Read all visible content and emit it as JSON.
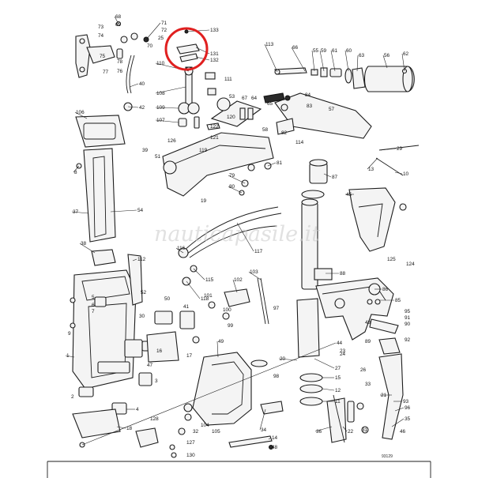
{
  "diagram": {
    "watermark": "nauticapasile.it",
    "figure_code": "93129",
    "highlight_color": "#e02020",
    "highlighted_callouts": [
      "133",
      "131",
      "132"
    ],
    "callouts": [
      {
        "id": "c68",
        "text": "68"
      },
      {
        "id": "c71",
        "text": "71"
      },
      {
        "id": "c69",
        "text": "69"
      },
      {
        "id": "c72",
        "text": "72"
      },
      {
        "id": "c73",
        "text": "73"
      },
      {
        "id": "c74",
        "text": "74"
      },
      {
        "id": "c133",
        "text": "133"
      },
      {
        "id": "c131",
        "text": "131"
      },
      {
        "id": "c132",
        "text": "132"
      },
      {
        "id": "c70",
        "text": "70"
      },
      {
        "id": "c25",
        "text": "25"
      },
      {
        "id": "c75",
        "text": "75"
      },
      {
        "id": "c78",
        "text": "78"
      },
      {
        "id": "c76",
        "text": "76"
      },
      {
        "id": "c77",
        "text": "77"
      },
      {
        "id": "c110",
        "text": "110"
      },
      {
        "id": "c111",
        "text": "111"
      },
      {
        "id": "c108",
        "text": "108"
      },
      {
        "id": "c109",
        "text": "109"
      },
      {
        "id": "c107",
        "text": "107"
      },
      {
        "id": "c40",
        "text": "40"
      },
      {
        "id": "c42",
        "text": "42"
      },
      {
        "id": "c113",
        "text": "113"
      },
      {
        "id": "c66",
        "text": "66"
      },
      {
        "id": "c55",
        "text": "55"
      },
      {
        "id": "c59",
        "text": "59"
      },
      {
        "id": "c61",
        "text": "61"
      },
      {
        "id": "c60",
        "text": "60"
      },
      {
        "id": "c63",
        "text": "63"
      },
      {
        "id": "c56",
        "text": "56"
      },
      {
        "id": "c62",
        "text": "62"
      },
      {
        "id": "c53",
        "text": "53"
      },
      {
        "id": "c67",
        "text": "67"
      },
      {
        "id": "c64",
        "text": "64"
      },
      {
        "id": "c65",
        "text": "65"
      },
      {
        "id": "c84",
        "text": "84"
      },
      {
        "id": "c83",
        "text": "83"
      },
      {
        "id": "c57",
        "text": "57"
      },
      {
        "id": "c106",
        "text": "106"
      },
      {
        "id": "c120",
        "text": "120"
      },
      {
        "id": "c122",
        "text": "122"
      },
      {
        "id": "c121",
        "text": "121"
      },
      {
        "id": "c58",
        "text": "58"
      },
      {
        "id": "c82",
        "text": "82"
      },
      {
        "id": "c114",
        "text": "114"
      },
      {
        "id": "c39",
        "text": "39"
      },
      {
        "id": "c126",
        "text": "126"
      },
      {
        "id": "c119",
        "text": "119"
      },
      {
        "id": "c51",
        "text": "51"
      },
      {
        "id": "c8",
        "text": "8"
      },
      {
        "id": "c81",
        "text": "81"
      },
      {
        "id": "c80",
        "text": "80"
      },
      {
        "id": "c79",
        "text": "79"
      },
      {
        "id": "c29",
        "text": "29"
      },
      {
        "id": "c13",
        "text": "13"
      },
      {
        "id": "c10",
        "text": "10"
      },
      {
        "id": "c87",
        "text": "87"
      },
      {
        "id": "c19",
        "text": "19"
      },
      {
        "id": "c45",
        "text": "45"
      },
      {
        "id": "c37",
        "text": "37"
      },
      {
        "id": "c54",
        "text": "54"
      },
      {
        "id": "c38",
        "text": "38"
      },
      {
        "id": "c117",
        "text": "117"
      },
      {
        "id": "c116",
        "text": "116"
      },
      {
        "id": "c125",
        "text": "125"
      },
      {
        "id": "c124",
        "text": "124"
      },
      {
        "id": "c112",
        "text": "112"
      },
      {
        "id": "c115",
        "text": "115"
      },
      {
        "id": "c118",
        "text": "118"
      },
      {
        "id": "c103",
        "text": "103"
      },
      {
        "id": "c88",
        "text": "88"
      },
      {
        "id": "c102",
        "text": "102"
      },
      {
        "id": "c86",
        "text": "86"
      },
      {
        "id": "c85",
        "text": "85"
      },
      {
        "id": "c50",
        "text": "50"
      },
      {
        "id": "c41",
        "text": "41"
      },
      {
        "id": "c101",
        "text": "101"
      },
      {
        "id": "c100",
        "text": "100"
      },
      {
        "id": "c99",
        "text": "99"
      },
      {
        "id": "c97",
        "text": "97"
      },
      {
        "id": "c95",
        "text": "95"
      },
      {
        "id": "c91",
        "text": "91"
      },
      {
        "id": "c90",
        "text": "90"
      },
      {
        "id": "c43",
        "text": "43"
      },
      {
        "id": "c92",
        "text": "92"
      },
      {
        "id": "c89",
        "text": "89"
      },
      {
        "id": "c30",
        "text": "30"
      },
      {
        "id": "c3",
        "text": "3"
      },
      {
        "id": "c1",
        "text": "1"
      },
      {
        "id": "c9",
        "text": "9"
      },
      {
        "id": "c16",
        "text": "16"
      },
      {
        "id": "c17",
        "text": "17"
      },
      {
        "id": "c47",
        "text": "47"
      },
      {
        "id": "c49",
        "text": "49"
      },
      {
        "id": "c20",
        "text": "20"
      },
      {
        "id": "c27",
        "text": "27"
      },
      {
        "id": "c24",
        "text": "24"
      },
      {
        "id": "c23",
        "text": "23"
      },
      {
        "id": "c44",
        "text": "44"
      },
      {
        "id": "c21",
        "text": "21"
      },
      {
        "id": "c98",
        "text": "98"
      },
      {
        "id": "c15",
        "text": "15"
      },
      {
        "id": "c12",
        "text": "12"
      },
      {
        "id": "c11",
        "text": "11"
      },
      {
        "id": "c26",
        "text": "26"
      },
      {
        "id": "c33",
        "text": "33"
      },
      {
        "id": "c93",
        "text": "93"
      },
      {
        "id": "c96",
        "text": "96"
      },
      {
        "id": "c2",
        "text": "2"
      },
      {
        "id": "c4",
        "text": "4"
      },
      {
        "id": "c18",
        "text": "18"
      },
      {
        "id": "c128",
        "text": "128"
      },
      {
        "id": "c32",
        "text": "32"
      },
      {
        "id": "c104",
        "text": "104"
      },
      {
        "id": "c31",
        "text": "31"
      },
      {
        "id": "c105",
        "text": "105"
      },
      {
        "id": "c34",
        "text": "34"
      },
      {
        "id": "c14",
        "text": "14"
      },
      {
        "id": "c127",
        "text": "127"
      },
      {
        "id": "c130",
        "text": "130"
      },
      {
        "id": "c48",
        "text": "48"
      },
      {
        "id": "c36",
        "text": "36"
      },
      {
        "id": "c22",
        "text": "22"
      },
      {
        "id": "c35",
        "text": "35"
      },
      {
        "id": "c5",
        "text": "5"
      },
      {
        "id": "c6",
        "text": "6"
      },
      {
        "id": "c7",
        "text": "7"
      },
      {
        "id": "c52",
        "text": "52"
      },
      {
        "id": "c46",
        "text": "46"
      }
    ]
  }
}
